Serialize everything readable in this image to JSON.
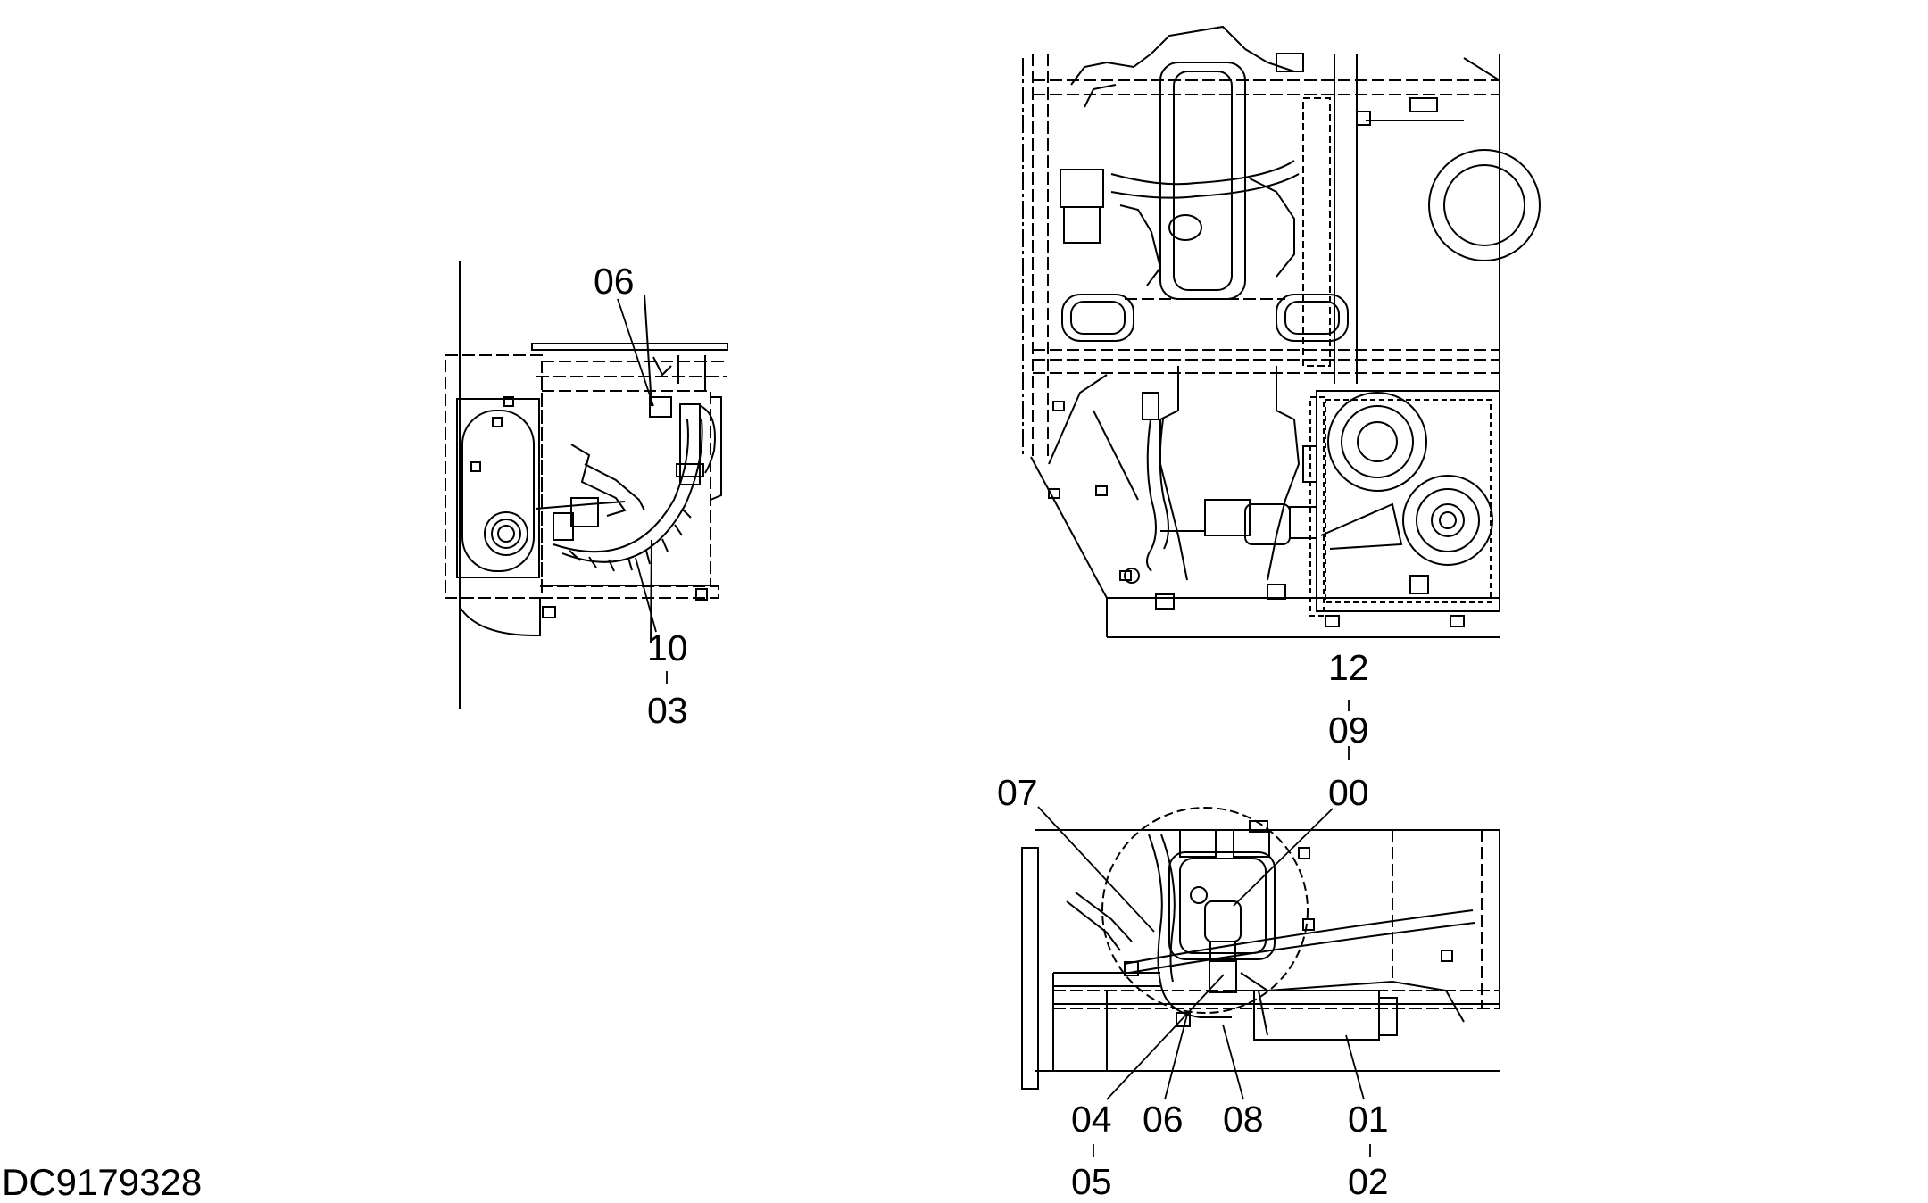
{
  "document_id": "DC9179328",
  "views": {
    "left": {
      "callouts": [
        "06",
        "10",
        "03"
      ]
    },
    "top_right": {
      "callouts": [
        "12",
        "09",
        "00"
      ]
    },
    "bottom_right": {
      "callouts": [
        "07",
        "04",
        "05",
        "06",
        "08",
        "01",
        "02"
      ]
    }
  }
}
